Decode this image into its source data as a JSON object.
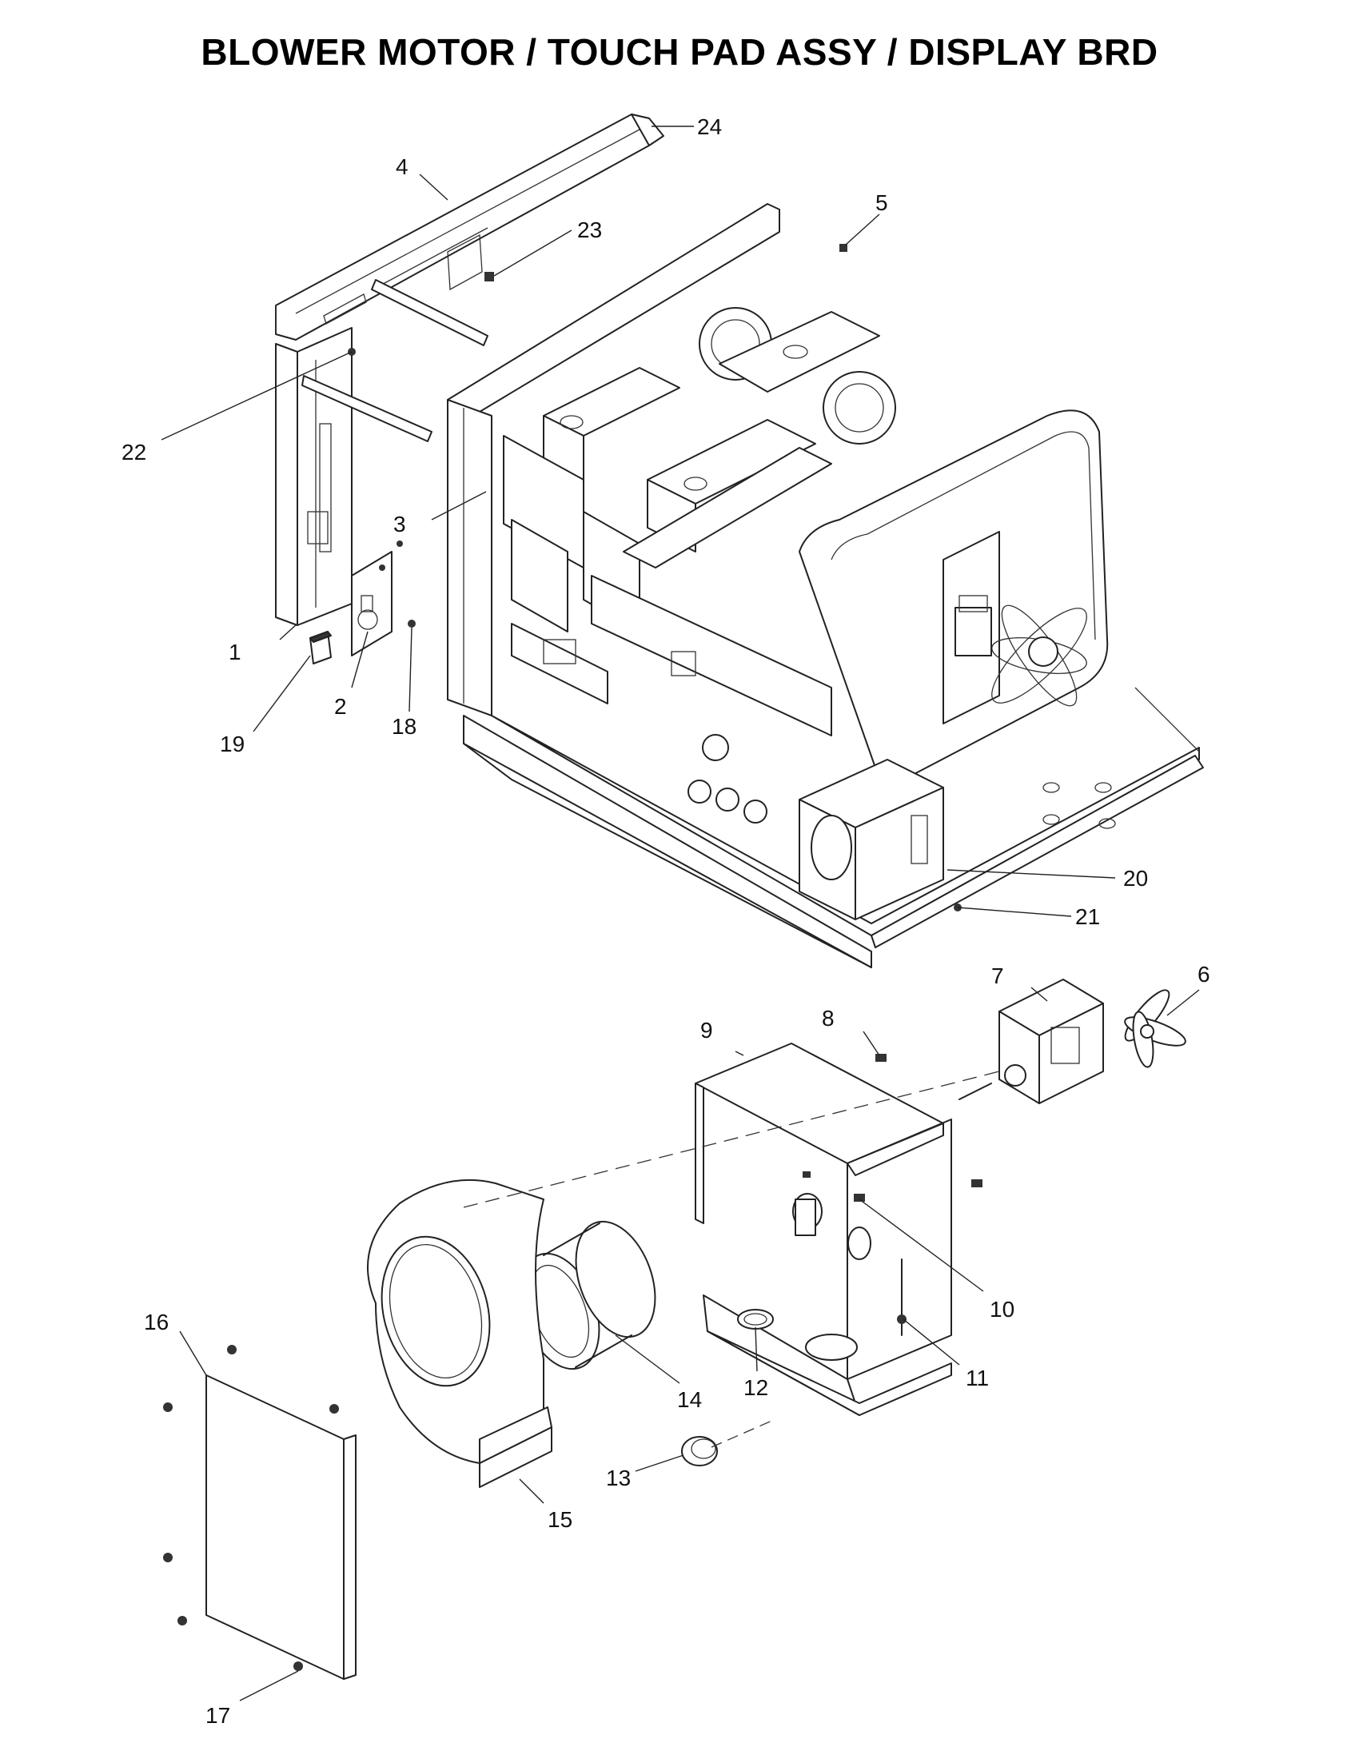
{
  "page": {
    "title": "BLOWER MOTOR / TOUCH PAD ASSY / DISPLAY BRD"
  },
  "callouts": [
    "1",
    "2",
    "3",
    "4",
    "5",
    "6",
    "7",
    "8",
    "9",
    "10",
    "11",
    "12",
    "13",
    "14",
    "15",
    "16",
    "17",
    "18",
    "19",
    "20",
    "21",
    "22",
    "23",
    "24"
  ]
}
